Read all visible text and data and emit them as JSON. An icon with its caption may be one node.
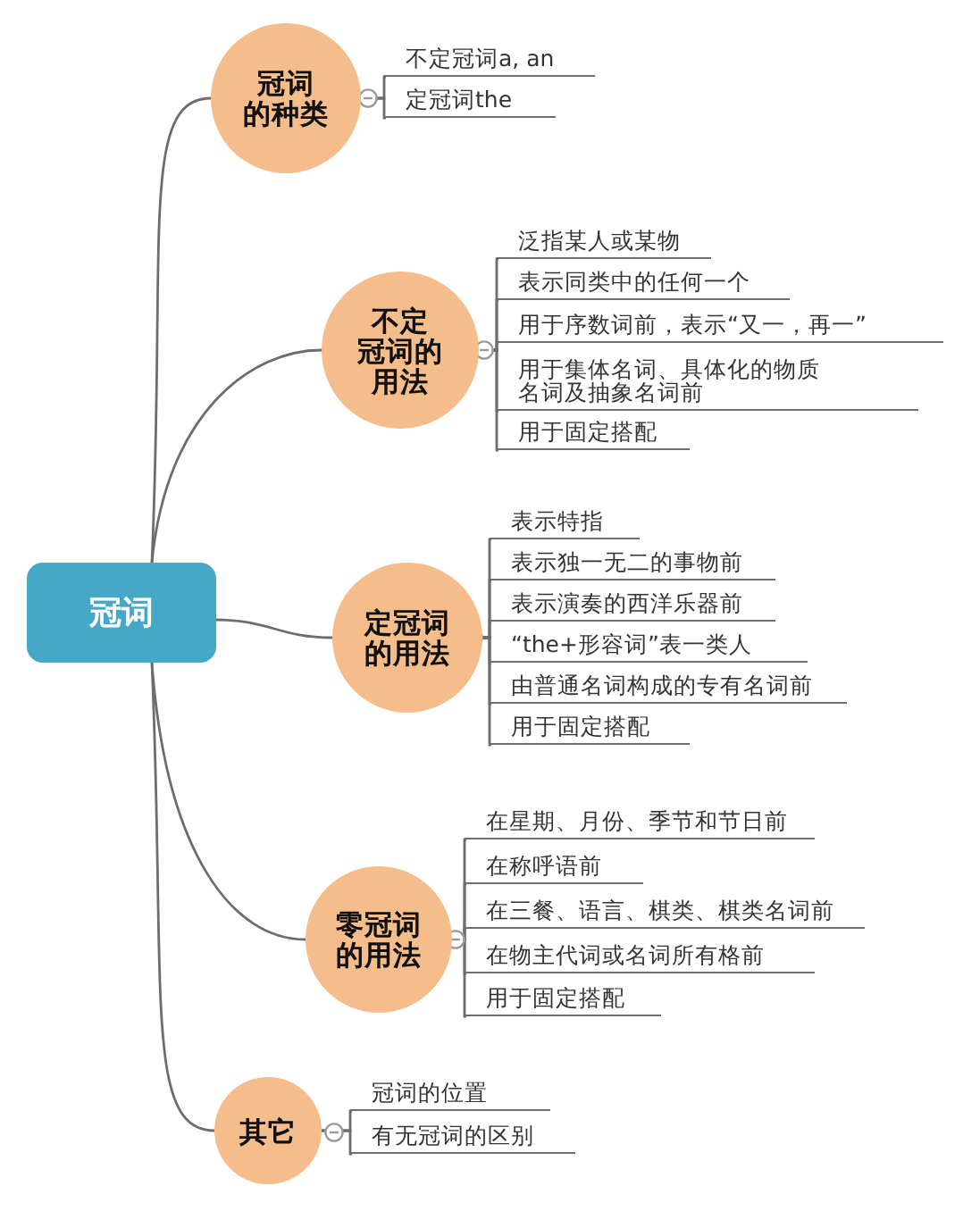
{
  "diagram": {
    "nodes": [
      {
        "text": [
          "冠词"
        ]
      },
      {
        "text": [
          "冠词的种类"
        ]
      },
      {
        "text": [
          "不定冠词a, an"
        ]
      },
      {
        "text": [
          "定冠词the"
        ]
      },
      {
        "text": [
          "不定冠词的用法"
        ]
      },
      {
        "text": [
          "泛指某人或某物"
        ]
      },
      {
        "text": [
          "表示同类中的任何一个"
        ]
      },
      {
        "text": [
          "用于序数词前，表示“又一，再一”"
        ]
      },
      {
        "text": [
          "用于集体名词、具体化的物质名词及抽象名词前"
        ]
      },
      {
        "text": [
          "用于固定搭配"
        ]
      },
      {
        "text": [
          "定冠词的用法"
        ]
      },
      {
        "text": [
          "表示特指"
        ]
      },
      {
        "text": [
          "表示独一无二的事物前"
        ]
      },
      {
        "text": [
          "表示演奏的西洋乐器前"
        ]
      },
      {
        "text": [
          "“the+形容词”表一类人"
        ]
      },
      {
        "text": [
          "由普通名词构成的专有名词前"
        ]
      },
      {
        "text": [
          "用于固定搭配"
        ]
      },
      {
        "text": [
          "零冠词的用法"
        ]
      },
      {
        "text": [
          "在星期、月份、季节和节日前"
        ]
      },
      {
        "text": [
          "在称呼语前"
        ]
      },
      {
        "text": [
          "在三餐、语言、棋类、棋类名词前"
        ]
      },
      {
        "text": [
          "在物主代词或名词所有格前"
        ]
      },
      {
        "text": [
          "用于固定搭配"
        ]
      },
      {
        "text": [
          "其它"
        ]
      },
      {
        "text": [
          "冠词的位置"
        ]
      },
      {
        "text": [
          "有无冠词的区别"
        ]
      }
    ],
    "edges": [
      {
        "from": 0,
        "to": 1,
        "arrow": "none"
      },
      {
        "from": 1,
        "to": 2,
        "arrow": "none"
      },
      {
        "from": 1,
        "to": 3,
        "arrow": "none"
      },
      {
        "from": 0,
        "to": 4,
        "arrow": "none"
      },
      {
        "from": 4,
        "to": 5,
        "arrow": "none"
      },
      {
        "from": 4,
        "to": 6,
        "arrow": "none"
      },
      {
        "from": 4,
        "to": 7,
        "arrow": "none"
      },
      {
        "from": 4,
        "to": 8,
        "arrow": "none"
      },
      {
        "from": 4,
        "to": 9,
        "arrow": "none"
      },
      {
        "from": 0,
        "to": 10,
        "arrow": "none"
      },
      {
        "from": 10,
        "to": 11,
        "arrow": "none"
      },
      {
        "from": 10,
        "to": 12,
        "arrow": "none"
      },
      {
        "from": 10,
        "to": 13,
        "arrow": "none"
      },
      {
        "from": 10,
        "to": 14,
        "arrow": "none"
      },
      {
        "from": 10,
        "to": 15,
        "arrow": "none"
      },
      {
        "from": 10,
        "to": 16,
        "arrow": "none"
      },
      {
        "from": 0,
        "to": 17,
        "arrow": "none"
      },
      {
        "from": 17,
        "to": 18,
        "arrow": "none"
      },
      {
        "from": 17,
        "to": 19,
        "arrow": "none"
      },
      {
        "from": 17,
        "to": 20,
        "arrow": "none"
      },
      {
        "from": 17,
        "to": 21,
        "arrow": "none"
      },
      {
        "from": 17,
        "to": 22,
        "arrow": "none"
      },
      {
        "from": 0,
        "to": 23,
        "arrow": "none"
      },
      {
        "from": 23,
        "to": 24,
        "arrow": "none"
      },
      {
        "from": 23,
        "to": 25,
        "arrow": "none"
      }
    ]
  }
}
